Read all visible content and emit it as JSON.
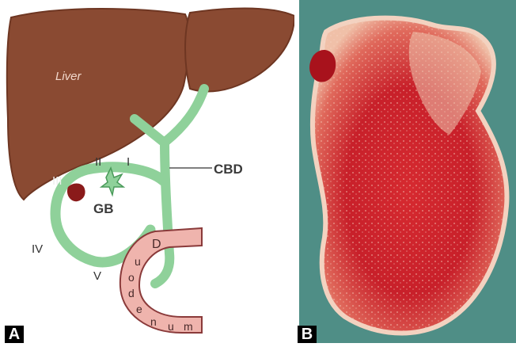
{
  "figure": {
    "panel_a": {
      "tag": "A",
      "labels": {
        "liver": "Liver",
        "cbd": "CBD",
        "gb": "GB",
        "roman_1": "I",
        "roman_2": "II",
        "roman_3": "III",
        "roman_4": "IV",
        "roman_5": "V",
        "duodenum_letters": [
          "D",
          "u",
          "o",
          "d",
          "e",
          "n",
          "u",
          "m"
        ]
      }
    },
    "panel_b": {
      "tag": "B"
    }
  },
  "colors": {
    "liver": "#8a4a32",
    "liver_dark": "#6e3622",
    "duct_green": "#8fd19a",
    "duct_outline": "#4a9a5a",
    "duodenum": "#efb4ad",
    "duodenum_outline": "#8a3a3a",
    "specimen_bg": "#4f8e86",
    "specimen_red": "#c8202a",
    "specimen_pale": "#f0c0a8"
  }
}
